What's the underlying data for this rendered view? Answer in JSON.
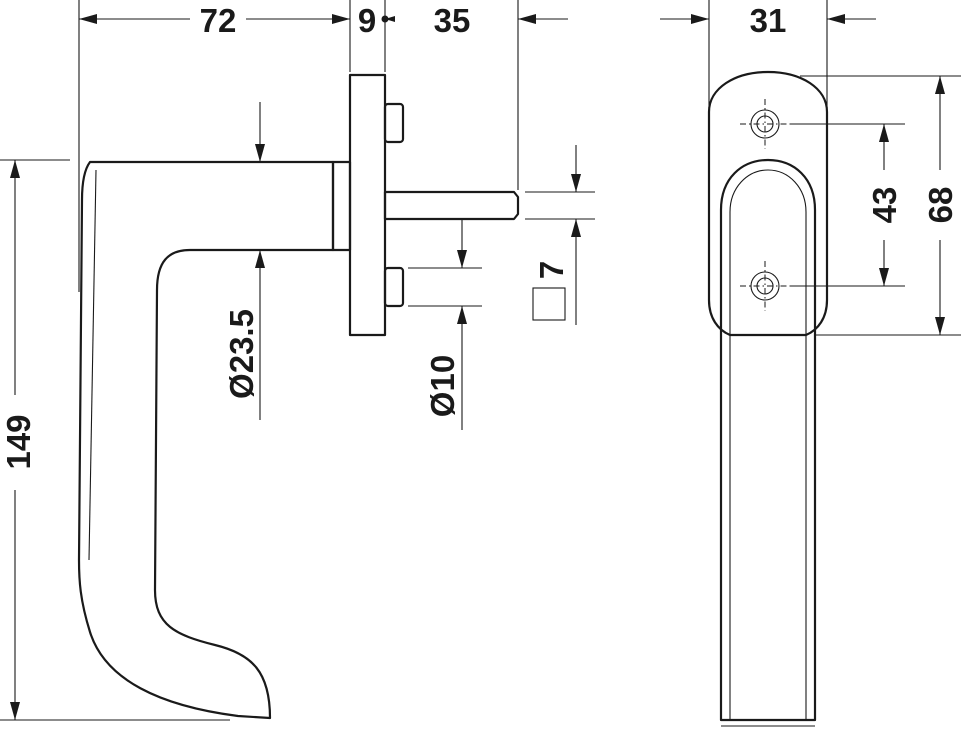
{
  "dimensions": {
    "handle_width": "72",
    "rose_thickness": "9",
    "spindle_length": "35",
    "side_width": "31",
    "fixing_centres": "43",
    "rose_length": "68",
    "handle_length": "149",
    "neck_diameter": "Ø23.5",
    "boss_diameter": "Ø10",
    "square_spindle": "7"
  }
}
